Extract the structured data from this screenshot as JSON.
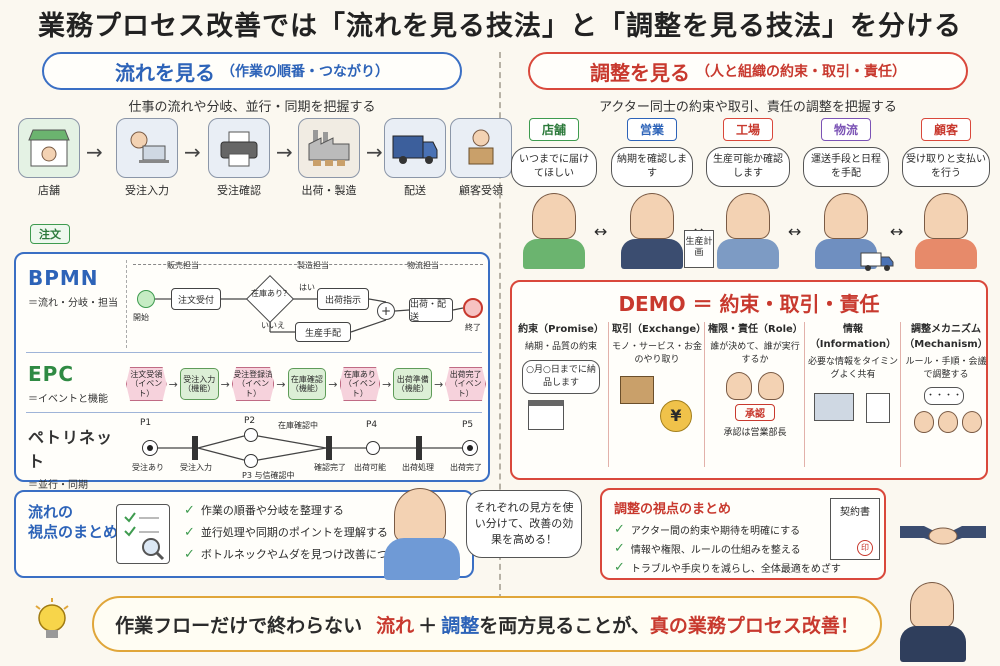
{
  "title": "業務プロセス改善では「流れを見る技法」と「調整を見る技法」を分ける",
  "left": {
    "header_main": "流れを見る",
    "header_sub": "（作業の順番・つながり）",
    "subtitle": "仕事の流れや分岐、並行・同期を把握する",
    "flow": [
      "店舗",
      "受注入力",
      "受注確認",
      "出荷・製造",
      "配送",
      "顧客受領"
    ],
    "flow_tag": "注文",
    "bpmn": {
      "name": "BPMN",
      "desc": "＝流れ・分岐・担当",
      "lanes": [
        "販売担当",
        "製造担当",
        "物流担当"
      ],
      "start": "開始",
      "order": "注文受付",
      "gateway": "在庫あり？",
      "yes": "はい",
      "no": "いいえ",
      "ship_instr": "出荷指示",
      "produce": "生産手配",
      "ship": "出荷・配送",
      "end": "終了"
    },
    "epc": {
      "name": "EPC",
      "desc": "＝イベントと機能",
      "items": [
        {
          "label": "注文受領",
          "kind": "（イベント）"
        },
        {
          "label": "受注入力",
          "kind": "（機能）"
        },
        {
          "label": "受注登録済",
          "kind": "（イベント）"
        },
        {
          "label": "在庫確認",
          "kind": "（機能）"
        },
        {
          "label": "在庫あり",
          "kind": "（イベント）"
        },
        {
          "label": "出荷準備",
          "kind": "（機能）"
        },
        {
          "label": "出荷完了",
          "kind": "（イベント）"
        }
      ]
    },
    "petri": {
      "name": "ペトリネット",
      "desc": "＝並行・同期",
      "places": [
        "P1",
        "P2",
        "P3",
        "P4",
        "P5"
      ],
      "p1": "受注あり",
      "t1": "受注入力",
      "p2": "在庫確認中",
      "p3": "与信確認中",
      "t2": "確認完了",
      "p4": "出荷可能",
      "t3": "出荷処理",
      "p5": "出荷完了",
      "p3_label": "P3 与信確認中"
    },
    "summary": {
      "title_line1": "流れの",
      "title_line2": "視点のまとめ",
      "items": [
        "作業の順番や分岐を整理する",
        "並行処理や同期のポイントを理解する",
        "ボトルネックやムダを見つけ改善につなげる"
      ]
    },
    "speech": "それぞれの見方を使い分けて、改善の効果を高める！"
  },
  "right": {
    "header_main": "調整を見る",
    "header_sub": "（人と組織の約束・取引・責任）",
    "subtitle": "アクター同士の約束や取引、責任の調整を把握する",
    "actors": [
      {
        "tag": "店舗",
        "speech": "いつまでに届けてほしい",
        "color": "#3e9b4f"
      },
      {
        "tag": "営業",
        "speech": "納期を確認します",
        "color": "#2d63b8"
      },
      {
        "tag": "工場",
        "speech": "生産可能か確認します",
        "color": "#d9483b"
      },
      {
        "tag": "物流",
        "speech": "運送手段と日程を手配",
        "color": "#7b53b5"
      },
      {
        "tag": "顧客",
        "speech": "受け取りと支払いを行う",
        "color": "#d9483b"
      }
    ],
    "clipboard": "生産計画",
    "demo": {
      "title": "DEMO ＝ 約束・取引・責任",
      "cols": [
        {
          "head": "約束（Promise）",
          "desc": "納期・品質の約束",
          "note": "○月○日までに納品します"
        },
        {
          "head": "取引（Exchange）",
          "desc": "モノ・サービス・お金のやり取り",
          "note": "¥"
        },
        {
          "head": "権限・責任（Role）",
          "desc": "誰が決めて、誰が実行するか",
          "note": "承認",
          "foot": "承認は営業部長"
        },
        {
          "head": "情報（Information）",
          "desc": "必要な情報をタイミングよく共有",
          "note": ""
        },
        {
          "head": "調整メカニズム（Mechanism）",
          "desc": "ルール・手順・会議で調整する",
          "note": "・・・・"
        }
      ]
    },
    "summary": {
      "title": "調整の視点のまとめ",
      "items": [
        "アクター間の約束や期待を明確にする",
        "情報や権限、ルールの仕組みを整える",
        "トラブルや手戻りを減らし、全体最適をめざす"
      ],
      "contract": "契約書",
      "stamp": "印"
    }
  },
  "banner": {
    "pre": "作業フローだけで終わらない",
    "flow": "流れ",
    "plus": "＋",
    "coord": "調整",
    "mid": "を両方見ることが、",
    "end": "真の業務プロセス改善！"
  }
}
